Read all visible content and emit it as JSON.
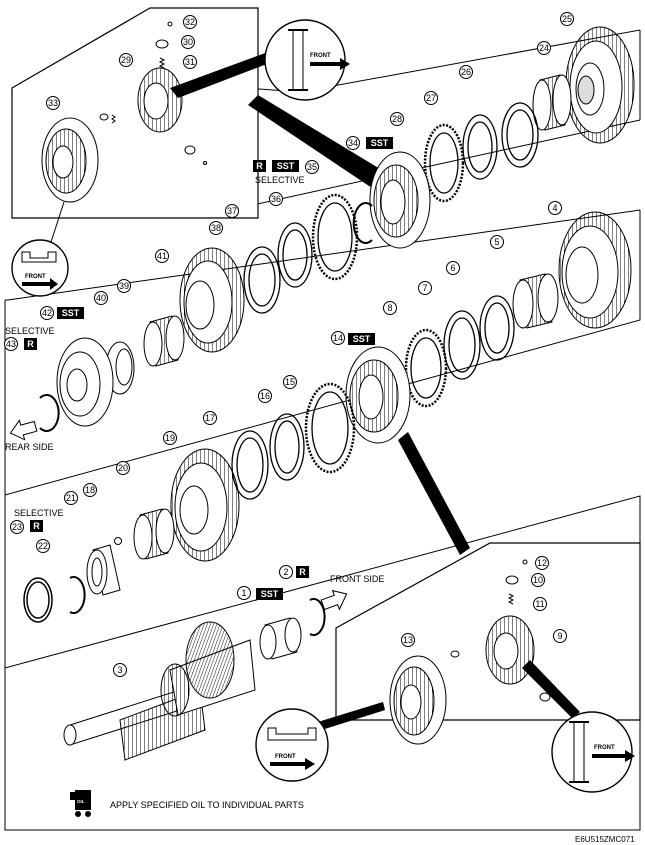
{
  "callouts": [
    {
      "n": "1",
      "id": "c1"
    },
    {
      "n": "2",
      "id": "c2"
    },
    {
      "n": "3",
      "id": "c3"
    },
    {
      "n": "4",
      "id": "c4"
    },
    {
      "n": "5",
      "id": "c5"
    },
    {
      "n": "6",
      "id": "c6"
    },
    {
      "n": "7",
      "id": "c7"
    },
    {
      "n": "8",
      "id": "c8"
    },
    {
      "n": "9",
      "id": "c9"
    },
    {
      "n": "10",
      "id": "c10"
    },
    {
      "n": "11",
      "id": "c11"
    },
    {
      "n": "12",
      "id": "c12"
    },
    {
      "n": "13",
      "id": "c13"
    },
    {
      "n": "14",
      "id": "c14"
    },
    {
      "n": "15",
      "id": "c15"
    },
    {
      "n": "16",
      "id": "c16"
    },
    {
      "n": "17",
      "id": "c17"
    },
    {
      "n": "18",
      "id": "c18"
    },
    {
      "n": "19",
      "id": "c19"
    },
    {
      "n": "20",
      "id": "c20"
    },
    {
      "n": "21",
      "id": "c21"
    },
    {
      "n": "22",
      "id": "c22"
    },
    {
      "n": "23",
      "id": "c23"
    },
    {
      "n": "24",
      "id": "c24"
    },
    {
      "n": "25",
      "id": "c25"
    },
    {
      "n": "26",
      "id": "c26"
    },
    {
      "n": "27",
      "id": "c27"
    },
    {
      "n": "28",
      "id": "c28"
    },
    {
      "n": "29",
      "id": "c29"
    },
    {
      "n": "30",
      "id": "c30"
    },
    {
      "n": "31",
      "id": "c31"
    },
    {
      "n": "32",
      "id": "c32"
    },
    {
      "n": "33",
      "id": "c33"
    },
    {
      "n": "34",
      "id": "c34"
    },
    {
      "n": "35",
      "id": "c35"
    },
    {
      "n": "36",
      "id": "c36"
    },
    {
      "n": "37",
      "id": "c37"
    },
    {
      "n": "38",
      "id": "c38"
    },
    {
      "n": "39",
      "id": "c39"
    },
    {
      "n": "40",
      "id": "c40"
    },
    {
      "n": "41",
      "id": "c41"
    },
    {
      "n": "42",
      "id": "c42"
    },
    {
      "n": "43",
      "id": "c43"
    }
  ],
  "badges": {
    "sst": "SST",
    "r": "R"
  },
  "labels": {
    "selective": "SELECTIVE",
    "rear_side": "REAR SIDE",
    "front_side": "FRONT SIDE",
    "front": "FRONT",
    "oil_note": "APPLY SPECIFIED OIL TO INDIVIDUAL PARTS",
    "oil_icon": "OIL",
    "figure_code": "E6U515ZMC071"
  },
  "icons": {
    "oil": "oil-can-icon",
    "arrow": "arrow-right-icon"
  }
}
